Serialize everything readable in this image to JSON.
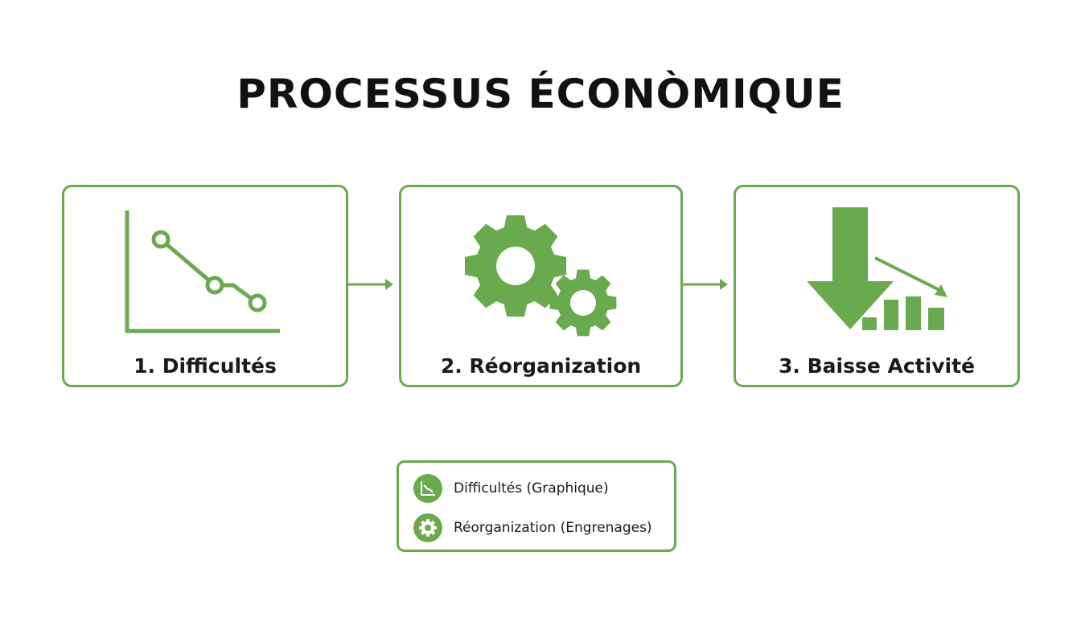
{
  "title": "PROCESSUS ÉCONÒMIQUE",
  "colors": {
    "accent": "#6aaa4f",
    "text": "#1a1a1a",
    "background": "#ffffff"
  },
  "steps": [
    {
      "label": "1. Difficultés",
      "icon": "declining-line-chart-icon"
    },
    {
      "label": "2. Réorganization",
      "icon": "gears-icon"
    },
    {
      "label": "3. Baisse Activité",
      "icon": "down-arrow-bar-chart-icon"
    }
  ],
  "legend": {
    "items": [
      {
        "label": "Difficultés (Graphique)",
        "icon": "line-chart-icon"
      },
      {
        "label": "Réorganization (Engrenages)",
        "icon": "gear-icon"
      }
    ]
  }
}
